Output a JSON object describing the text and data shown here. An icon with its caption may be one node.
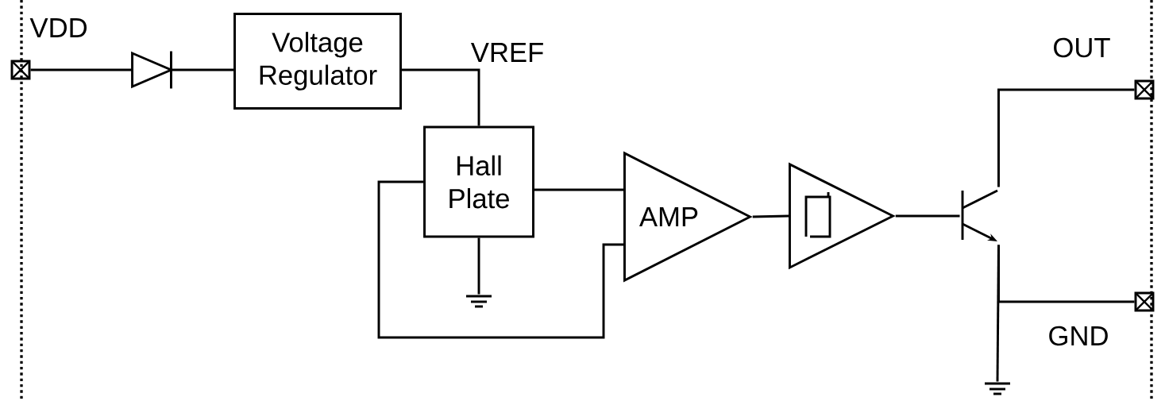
{
  "diagram": {
    "nodes": [
      {
        "text": [],
        "shape": "box",
        "beside": [
          "VDD"
        ]
      },
      {
        "text": [],
        "shape": "diode"
      },
      {
        "text": [
          "Voltage Regulator"
        ]
      },
      {
        "text": [
          "Hall Plate"
        ]
      },
      {
        "text": [
          "AMP"
        ]
      },
      {
        "text": [],
        "shape": "triangle"
      },
      {
        "text": [],
        "shape": "transistor"
      },
      {
        "text": [],
        "shape": "box",
        "beside": [
          "OUT"
        ]
      },
      {
        "text": [],
        "shape": "box",
        "beside": [
          "GND"
        ]
      },
      {
        "text": [],
        "shape": "ground"
      },
      {
        "text": [],
        "shape": "ground"
      }
    ],
    "edges": [
      {
        "from": 0,
        "to": 1,
        "arrow": "none"
      },
      {
        "from": 1,
        "to": 2,
        "arrow": "none"
      },
      {
        "from": 2,
        "to": 3,
        "arrow": "none",
        "label": "VREF"
      },
      {
        "from": 3,
        "to": 4,
        "arrow": "none"
      },
      {
        "from": 3,
        "to": 4,
        "arrow": "none"
      },
      {
        "from": 3,
        "to": 9,
        "arrow": "none"
      },
      {
        "from": 4,
        "to": 5,
        "arrow": "none"
      },
      {
        "from": 5,
        "to": 6,
        "arrow": "none"
      },
      {
        "from": 6,
        "to": 7,
        "arrow": "none"
      },
      {
        "from": 6,
        "to": 8,
        "arrow": "none"
      },
      {
        "from": 6,
        "to": 10,
        "arrow": "none"
      }
    ]
  }
}
